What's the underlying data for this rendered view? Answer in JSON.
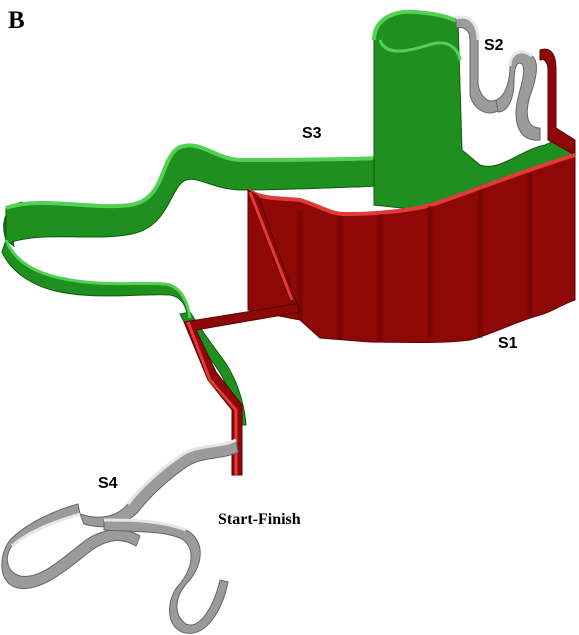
{
  "figure": {
    "panel_letter": "B",
    "labels": {
      "s1": "S1",
      "s2": "S2",
      "s3": "S3",
      "s4": "S4",
      "start_finish": "Start-Finish"
    },
    "colors": {
      "green_face": "#1f8f1f",
      "green_dark": "#147014",
      "green_top": "#52d152",
      "red_face": "#8e0808",
      "red_dark": "#6a0404",
      "red_top": "#e23a3a",
      "gray_face": "#9b9b9b",
      "gray_dark": "#767676",
      "gray_top": "#e6e6e6"
    }
  }
}
